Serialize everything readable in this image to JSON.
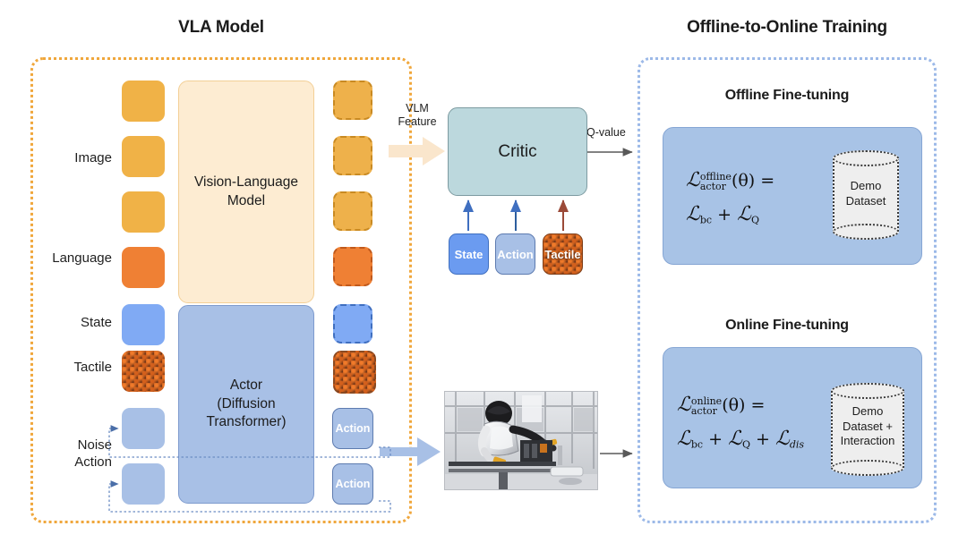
{
  "panels": {
    "left_title": "VLA Model",
    "right_title": "Offline-to-Online Training"
  },
  "vla": {
    "input_labels": [
      "Image",
      "Language",
      "State",
      "Tactile",
      "Noise\nAction"
    ],
    "input_label_image": "Image",
    "input_label_language": "Language",
    "input_label_state": "State",
    "input_label_tactile": "Tactile",
    "input_label_noise_line1": "Noise",
    "input_label_noise_line2": "Action",
    "vlm_block_line1": "Vision-Language",
    "vlm_block_line2": "Model",
    "actor_block_line1": "Actor",
    "actor_block_line2": "(Diffusion",
    "actor_block_line3": "Transformer)",
    "action_chip_1": "Action",
    "action_chip_2": "Action"
  },
  "critic": {
    "title": "Critic",
    "vlm_feature_line1": "VLM",
    "vlm_feature_line2": "Feature",
    "q_value_label": "Q-value",
    "inputs": [
      {
        "name": "State"
      },
      {
        "name": "Action"
      },
      {
        "name": "Tactile"
      }
    ]
  },
  "training": {
    "offline": {
      "heading": "Offline Fine-tuning",
      "formula_line1_lhs": "ℒ",
      "formula_sup": "offline",
      "formula_sub": "actor",
      "formula_line1_rhs": "(θ) =",
      "formula_line2": "ℒbc + ℒQ",
      "dataset_line1": "Demo",
      "dataset_line2": "Dataset"
    },
    "online": {
      "heading": "Online Fine-tuning",
      "formula_line1_lhs": "ℒ",
      "formula_sup": "online",
      "formula_sub": "actor",
      "formula_line1_rhs": "(θ) =",
      "formula_line2": "ℒbc + ℒQ + ℒdis",
      "dataset_line1": "Demo",
      "dataset_line2": "Dataset +",
      "dataset_line3": "Interaction"
    }
  },
  "robot": {
    "caption": "robot-manipulation-photo"
  },
  "colors": {
    "orange_border": "#f0a73c",
    "blue_border": "#9cb9e8",
    "image_token": "#f0b247",
    "language_token": "#ef8034",
    "state_token": "#80aaf4",
    "noise_token": "#a8c0e6",
    "vlm_block": "#fdecd2",
    "actor_block": "#a8c0e6",
    "critic_block": "#bcd8dd",
    "loss_block": "#a8c3e6",
    "arrow_gray": "#595959",
    "arrow_cream": "#fae6cc",
    "arrow_blue": "#a8c0e6"
  }
}
